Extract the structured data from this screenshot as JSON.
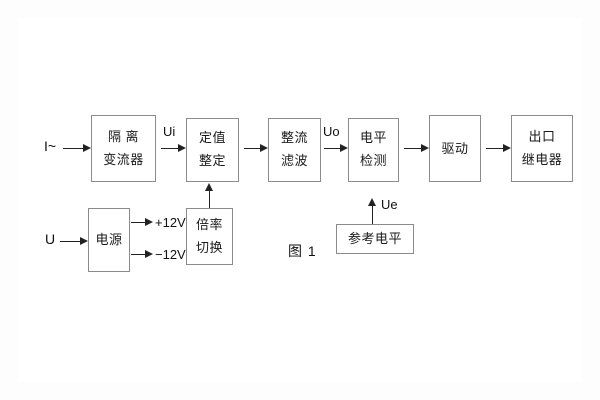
{
  "figure": {
    "caption": "图 1",
    "background": "#ffffff",
    "box_border_color": "#8b8b8b",
    "line_color": "#222222",
    "text_color": "#1a1a1a"
  },
  "inputs": [
    {
      "name": "current-input",
      "label": "I~"
    },
    {
      "name": "voltage-input",
      "label": "U"
    }
  ],
  "blocks": [
    {
      "id": "isolation-ct",
      "lines": [
        "隔 离",
        "变流器"
      ]
    },
    {
      "id": "setting",
      "lines": [
        "定值",
        "整定"
      ]
    },
    {
      "id": "rectify-filter",
      "lines": [
        "整流",
        "滤波"
      ]
    },
    {
      "id": "level-detect",
      "lines": [
        "电平",
        "检测"
      ]
    },
    {
      "id": "drive",
      "lines": [
        "驱动"
      ]
    },
    {
      "id": "output-relay",
      "lines": [
        "出口",
        "继电器"
      ]
    },
    {
      "id": "power-supply",
      "lines": [
        "电源"
      ]
    },
    {
      "id": "ratio-switch",
      "lines": [
        "倍率",
        "切换"
      ]
    },
    {
      "id": "reference-level",
      "lines": [
        "参考电平"
      ]
    }
  ],
  "signals": {
    "ui": "Ui",
    "uo": "Uo",
    "ue": "Ue",
    "supply_pos": "+12V",
    "supply_neg": "−12V"
  }
}
